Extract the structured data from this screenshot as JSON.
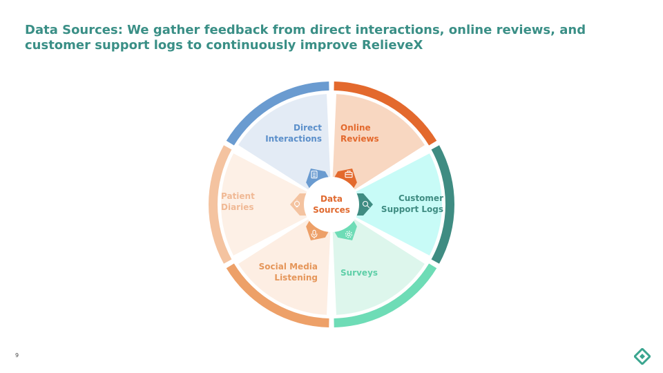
{
  "slide": {
    "title": "Data Sources: We gather feedback from direct interactions, online reviews, and customer support logs to continuously improve RelieveX",
    "page_number": "9"
  },
  "diagram": {
    "center": {
      "line1": "Data",
      "line2": "Sources",
      "color": "#e0692e"
    },
    "segments": [
      {
        "id": "direct-interactions",
        "line1": "Direct",
        "line2": "Interactions",
        "fill": "#e3ebf5",
        "arc": "#6a9bd0",
        "text": "#5b8fca",
        "icon": "clipboard-icon"
      },
      {
        "id": "online-reviews",
        "line1": "Online",
        "line2": "Reviews",
        "fill": "#f8d7c1",
        "arc": "#e3692d",
        "text": "#e3692d",
        "icon": "briefcase-icon"
      },
      {
        "id": "customer-support-logs",
        "line1": "Customer",
        "line2": "Support Logs",
        "fill": "#c8fbf7",
        "arc": "#3f8c82",
        "text": "#3f8c82",
        "icon": "magnifier-icon"
      },
      {
        "id": "surveys",
        "line1": "Surveys",
        "line2": "",
        "fill": "#ddf6ec",
        "arc": "#6edcb6",
        "text": "#5fcfa8",
        "icon": "gear-icon"
      },
      {
        "id": "social-media-listening",
        "line1": "Social Media",
        "line2": "Listening",
        "fill": "#fdeee3",
        "arc": "#eda068",
        "text": "#e5965a",
        "icon": "microphone-icon"
      },
      {
        "id": "patient-diaries",
        "line1": "Patient",
        "line2": "Diaries",
        "fill": "#fdf0e6",
        "arc": "#f4c3a0",
        "text": "#f0b995",
        "icon": "lightbulb-icon"
      }
    ]
  },
  "logo": {
    "icon": "diamond-logo-icon",
    "color": "#3aa58f"
  }
}
